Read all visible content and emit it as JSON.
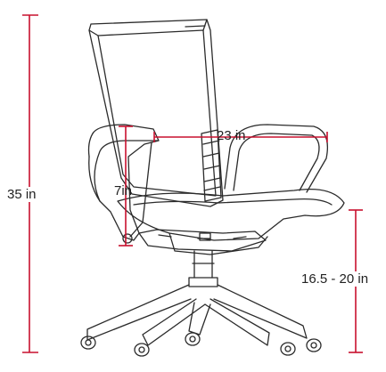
{
  "dimensions": {
    "overall_height": "35 in",
    "seat_width": "23 in",
    "arm_height": "7in",
    "seat_height": "16.5 - 20 in"
  },
  "colors": {
    "dimension_line": "#c8102e",
    "outline": "#2b2b2b",
    "label_text": "#222222"
  }
}
